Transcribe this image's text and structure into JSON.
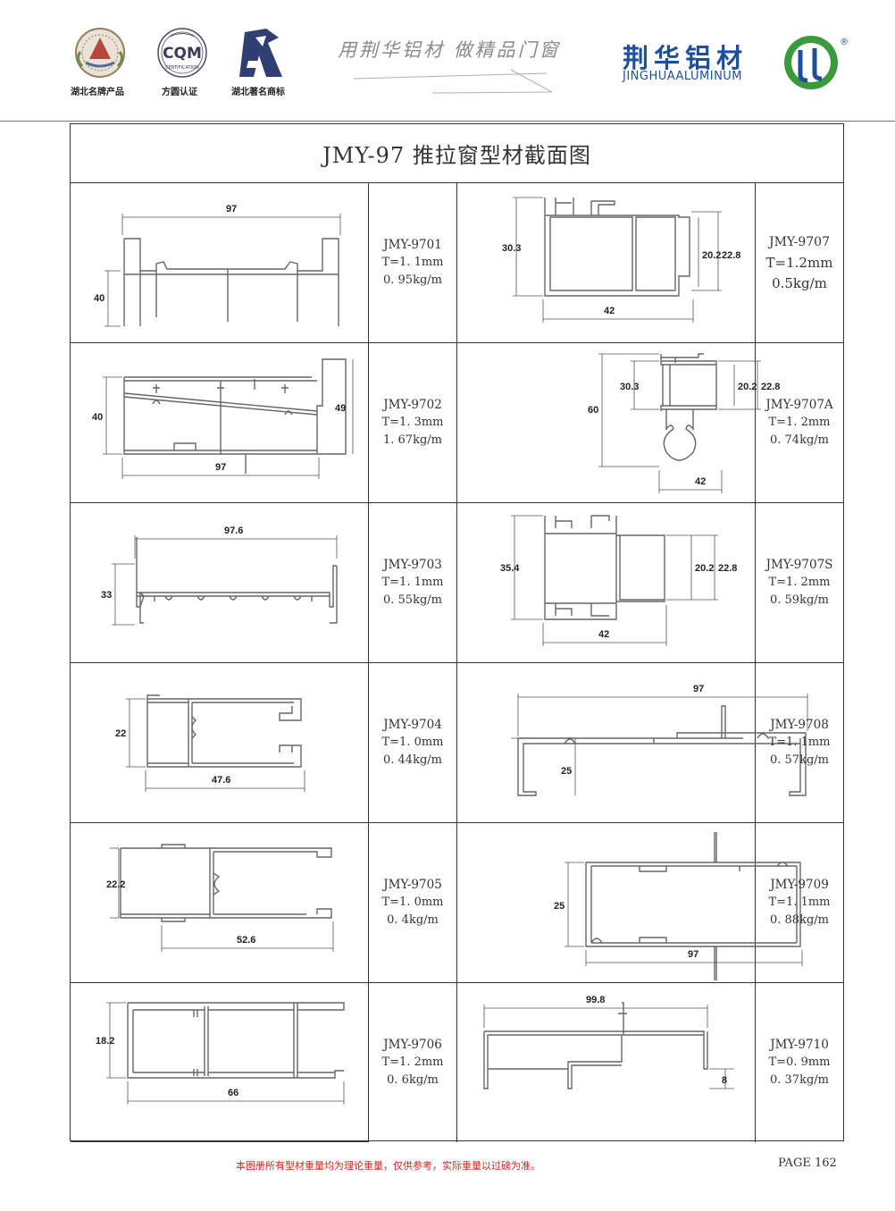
{
  "header": {
    "badges": [
      {
        "label": "湖北名牌产品"
      },
      {
        "label": "方圆认证",
        "logo_text": "CQM",
        "logo_sub": "CERTIFICATION"
      },
      {
        "label": "湖北著名商标"
      }
    ],
    "slogan": "用荆华铝材  做精品门窗",
    "brand_cn": "荆华铝材",
    "brand_en": "JINGHUAALUMINUM",
    "brand_mark": "®"
  },
  "title": "JMY-97 推拉窗型材截面图",
  "profiles": [
    {
      "code": "JMY-9701",
      "t": "T=1. 1mm",
      "w": "0. 95kg/m",
      "dims": [
        "97",
        "40"
      ]
    },
    {
      "code": "JMY-9707",
      "t": "T=1.2mm",
      "w": "0.5kg/m",
      "dims": [
        "30.3",
        "20.2",
        "22.8",
        "42"
      ]
    },
    {
      "code": "JMY-9702",
      "t": "T=1. 3mm",
      "w": "1. 67kg/m",
      "dims": [
        "40",
        "49",
        "97"
      ]
    },
    {
      "code": "JMY-9707A",
      "t": "T=1. 2mm",
      "w": "0. 74kg/m",
      "dims": [
        "60",
        "30.3",
        "20.2",
        "22.8",
        "42"
      ]
    },
    {
      "code": "JMY-9703",
      "t": "T=1. 1mm",
      "w": "0. 55kg/m",
      "dims": [
        "97.6",
        "33"
      ]
    },
    {
      "code": "JMY-9707S",
      "t": "T=1. 2mm",
      "w": "0. 59kg/m",
      "dims": [
        "35.4",
        "20.2",
        "22.8",
        "42"
      ]
    },
    {
      "code": "JMY-9704",
      "t": "T=1. 0mm",
      "w": "0. 44kg/m",
      "dims": [
        "22",
        "47.6"
      ]
    },
    {
      "code": "JMY-9708",
      "t": "T=1. 1mm",
      "w": "0. 57kg/m",
      "dims": [
        "97",
        "25"
      ]
    },
    {
      "code": "JMY-9705",
      "t": "T=1. 0mm",
      "w": "0. 4kg/m",
      "dims": [
        "22.2",
        "52.6"
      ]
    },
    {
      "code": "JMY-9709",
      "t": "T=1. 1mm",
      "w": "0. 88kg/m",
      "dims": [
        "25",
        "97"
      ]
    },
    {
      "code": "JMY-9706",
      "t": "T=1. 2mm",
      "w": "0. 6kg/m",
      "dims": [
        "18.2",
        "66"
      ]
    },
    {
      "code": "JMY-9710",
      "t": "T=0. 9mm",
      "w": "0. 37kg/m",
      "dims": [
        "99.8",
        "8"
      ]
    }
  ],
  "footer": {
    "note": "本图册所有型材重量均为理论重量，仅供参考，实际重量以过磅为准。",
    "page": "PAGE 162"
  },
  "colors": {
    "brand_blue": "#1e4f9c",
    "brand_green": "#3a9a3c",
    "note_red": "#d7261e"
  }
}
